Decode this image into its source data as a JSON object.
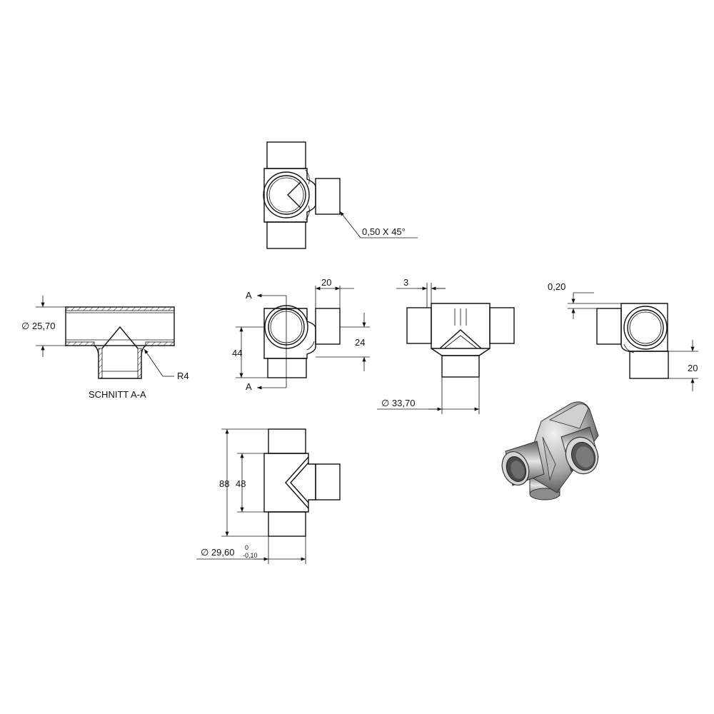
{
  "labels": {
    "chamfer": "0,50 X 45°",
    "dia_section": "∅ 25,70",
    "radius": "R4",
    "section_title": "SCHNITT A-A",
    "section_mark_top": "A",
    "section_mark_bottom": "A",
    "dim_20_top": "20",
    "dim_24": "24",
    "dim_44": "44",
    "dim_3": "3",
    "dia_3370": "∅ 33,70",
    "dim_020": "0,20",
    "dim_20_right": "20",
    "dim_88": "88",
    "dim_48": "48",
    "dia_2960": "∅ 29,60",
    "tol_upper": "0",
    "tol_lower": "-0,10"
  }
}
